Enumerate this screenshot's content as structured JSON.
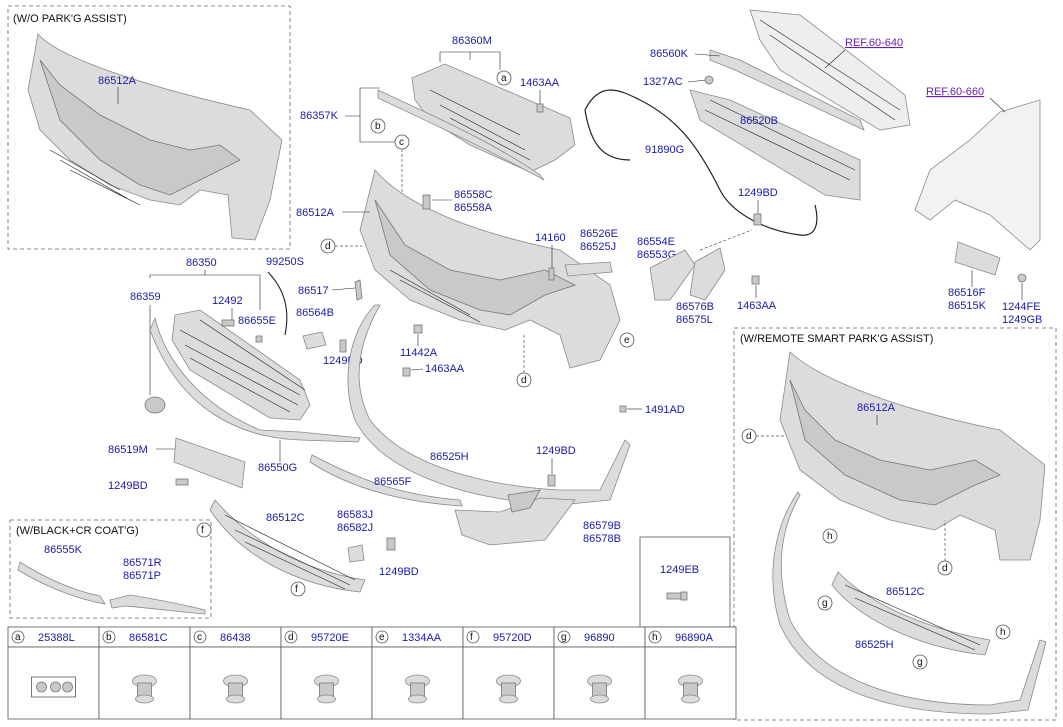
{
  "frames": {
    "wo_park_assist": "(W/O PARK'G ASSIST)",
    "remote_smart_park_assist": "(W/REMOTE SMART PARK'G ASSIST)",
    "black_cr_coat": "(W/BLACK+CR COAT'G)"
  },
  "refs": {
    "ref1": "REF.60-640",
    "ref2": "REF.60-660"
  },
  "parts": {
    "p86512A_top": "86512A",
    "p86360M": "86360M",
    "p1463AA_a": "1463AA",
    "p86357K": "86357K",
    "p86560K": "86560K",
    "p1327AC": "1327AC",
    "p86520B": "86520B",
    "p91890G": "91890G",
    "p1249BD_a": "1249BD",
    "p86558C": "86558C",
    "p86558A": "86558A",
    "p86512A_mid": "86512A",
    "p14160": "14160",
    "p86526E": "86526E",
    "p86525J": "86525J",
    "p86554E": "86554E",
    "p86553G": "86553G",
    "p86576B": "86576B",
    "p86575L": "86575L",
    "p1463AA_b": "1463AA",
    "p86516F": "86516F",
    "p86515K": "86515K",
    "p1244FE": "1244FE",
    "p1249GB": "1249GB",
    "p86350": "86350",
    "p99250S": "99250S",
    "p86359": "86359",
    "p12492": "12492",
    "p86655E": "86655E",
    "p86564B": "86564B",
    "p86517": "86517",
    "p1249BD_b": "1249BD",
    "p11442A": "11442A",
    "p1463AA_c": "1463AA",
    "p1491AD": "1491AD",
    "p86519M": "86519M",
    "p86550G": "86550G",
    "p1249BD_c": "1249BD",
    "p86525H_mid": "86525H",
    "p1249BD_d": "1249BD",
    "p86565F": "86565F",
    "p86512C_mid": "86512C",
    "p86583J": "86583J",
    "p86582J": "86582J",
    "p1249BD_e": "1249BD",
    "p86579B": "86579B",
    "p86578B": "86578B",
    "p86555K": "86555K",
    "p86571R": "86571R",
    "p86571P": "86571P",
    "p1249EB": "1249EB",
    "p86512A_right": "86512A",
    "p86512C_right": "86512C",
    "p86525H_right": "86525H"
  },
  "callouts": {
    "a": "a",
    "b": "b",
    "c": "c",
    "d": "d",
    "e": "e",
    "f": "f",
    "g": "g",
    "h": "h"
  },
  "legend": [
    {
      "letter": "a",
      "part": "25388L"
    },
    {
      "letter": "b",
      "part": "86581C"
    },
    {
      "letter": "c",
      "part": "86438"
    },
    {
      "letter": "d",
      "part": "95720E"
    },
    {
      "letter": "e",
      "part": "1334AA"
    },
    {
      "letter": "f",
      "part": "95720D"
    },
    {
      "letter": "g",
      "part": "96890"
    },
    {
      "letter": "h",
      "part": "96890A"
    }
  ],
  "colors": {
    "label": "#1a1aa8",
    "ref": "#6a1fb0",
    "part_fill": "#dcdcdc"
  }
}
